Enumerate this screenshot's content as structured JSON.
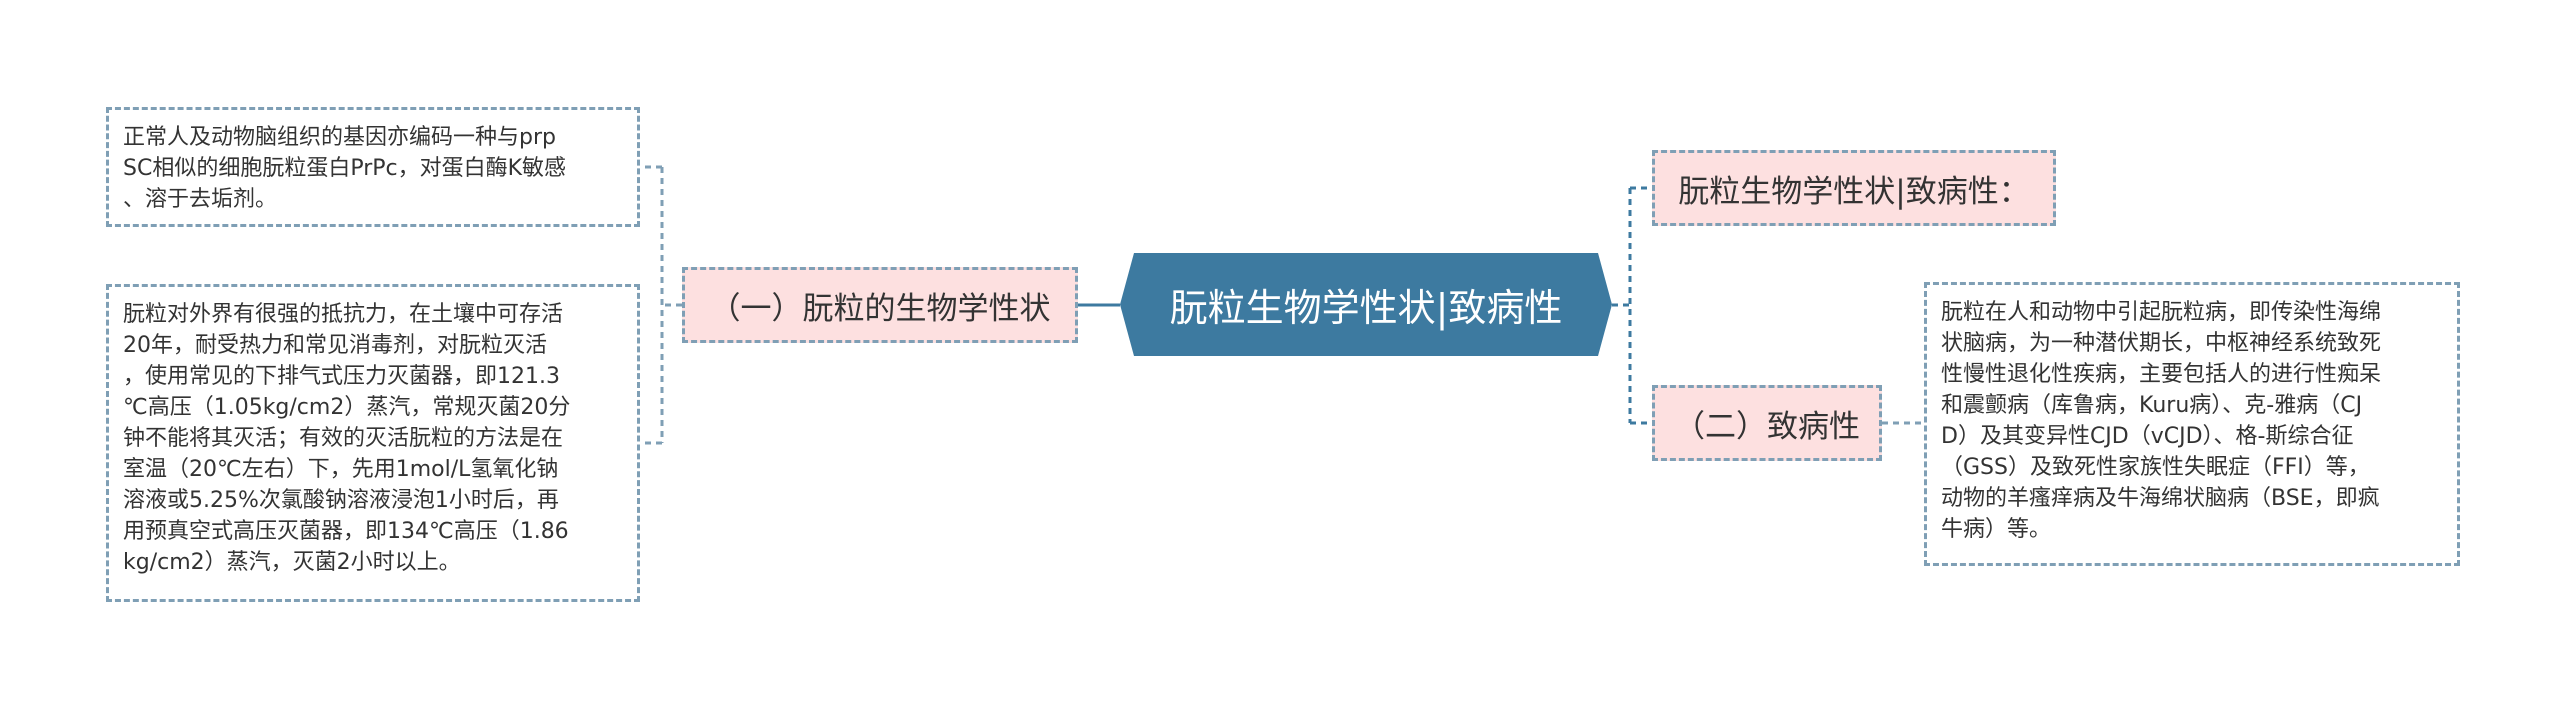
{
  "colors": {
    "central_fill": "#3d7aa0",
    "branch_fill": "#fde0e0",
    "connector": "#3d7aa0",
    "node_border": "#7f9fb5",
    "text": "#333333"
  },
  "central": {
    "title": "朊粒生物学性状|致病性"
  },
  "left": {
    "branch": "（一）朊粒的生物学性状",
    "leaves": [
      {
        "lines": [
          "正常人及动物脑组织的基因亦编码一种与prp",
          "SC相似的细胞朊粒蛋白PrPc，对蛋白酶K敏感",
          "、溶于去垢剂。"
        ]
      },
      {
        "lines": [
          "朊粒对外界有很强的抵抗力，在土壤中可存活",
          "20年，耐受热力和常见消毒剂，对朊粒灭活",
          "，使用常见的下排气式压力灭菌器，即121.3",
          "℃高压（1.05kg/cm2）蒸汽，常规灭菌20分",
          "钟不能将其灭活；有效的灭活朊粒的方法是在",
          "室温（20℃左右）下，先用1mol/L氢氧化钠",
          "溶液或5.25%次氯酸钠溶液浸泡1小时后，再",
          "用预真空式高压灭菌器，即134℃高压（1.86",
          "kg/cm2）蒸汽，灭菌2小时以上。"
        ]
      }
    ]
  },
  "right": {
    "branch_top": "朊粒生物学性状|致病性：",
    "branch_bottom": "（二）致病性",
    "leaf": {
      "lines": [
        "朊粒在人和动物中引起朊粒病，即传染性海绵",
        "状脑病，为一种潜伏期长，中枢神经系统致死",
        "性慢性退化性疾病，主要包括人的进行性痴呆",
        "和震颤病（库鲁病，Kuru病）、克-雅病（CJ",
        "D）及其变异性CJD（vCJD）、格-斯综合征",
        "（GSS）及致死性家族性失眠症（FFI）等，",
        "动物的羊瘙痒病及牛海绵状脑病（BSE，即疯",
        "牛病）等。"
      ]
    }
  }
}
